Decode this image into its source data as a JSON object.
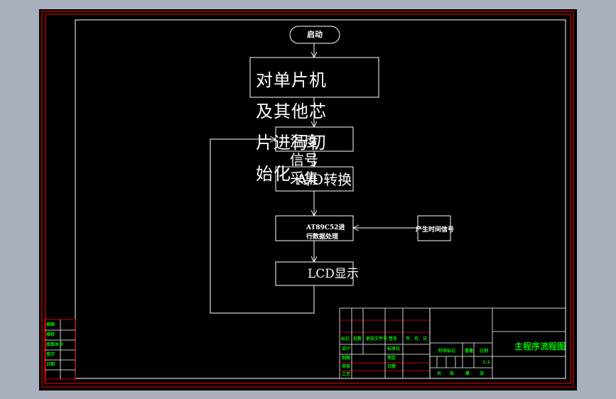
{
  "flowchart": {
    "start": "启动",
    "init": "对单片机及其他芯片进行初始化",
    "temp_signal": "温度信号采集",
    "ad_convert": "A/D转换",
    "process": "AT89C52进行数据处理",
    "timer": "产生时间信号",
    "lcd": "LCD显示"
  },
  "title_block": {
    "drawing_title": "主程序流程图",
    "scale": "1:1",
    "header_cells": [
      "标记",
      "处数",
      "更改文件号",
      "签名",
      "年、月、日"
    ],
    "sign_rows": [
      "设计",
      "制图",
      "审核",
      "工艺"
    ],
    "sign_cols": [
      "标准化",
      "审定",
      "日期"
    ],
    "stage_labels": [
      "阶段标记",
      "重量",
      "比例"
    ],
    "sheet_labels": [
      "共",
      "张",
      "第",
      "张"
    ],
    "side_labels": [
      "描图",
      "描校",
      "底图总号",
      "签字",
      "日期"
    ]
  },
  "colors": {
    "background": "#000000",
    "frame_red": "#ff0000",
    "line_white": "#ffffff",
    "text_green": "#00e000"
  }
}
